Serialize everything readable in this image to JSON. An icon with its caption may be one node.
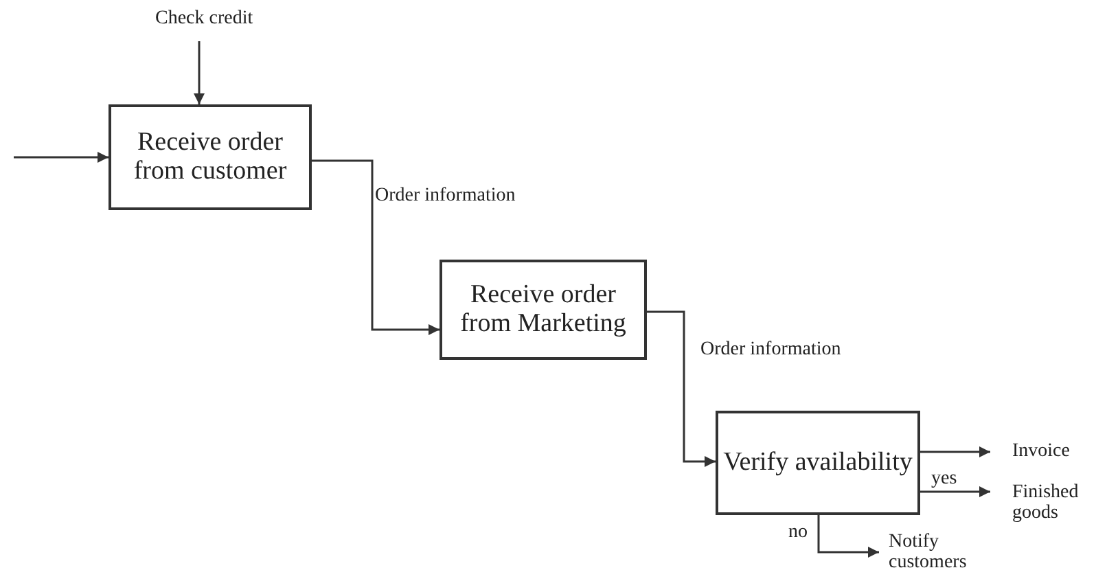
{
  "diagram": {
    "nodes": [
      {
        "text": [
          "Check credit"
        ]
      },
      {
        "text": [
          "Receive order from customer"
        ]
      },
      {
        "text": [
          "Receive order from Marketing"
        ]
      },
      {
        "text": [
          "Verify availability"
        ]
      },
      {
        "text": [
          "Invoice"
        ]
      },
      {
        "text": [
          "Finished goods"
        ]
      },
      {
        "text": [
          "Notify customers"
        ]
      }
    ],
    "edges": [
      {
        "from": null,
        "to": 1,
        "arrow": "to"
      },
      {
        "from": 0,
        "to": 1,
        "arrow": "to"
      },
      {
        "from": 1,
        "to": 2,
        "arrow": "to",
        "label": "Order information"
      },
      {
        "from": 2,
        "to": 3,
        "arrow": "to",
        "label": "Order information"
      },
      {
        "from": 3,
        "to": 4,
        "arrow": "to"
      },
      {
        "from": 3,
        "to": 5,
        "arrow": "to",
        "label": "yes"
      },
      {
        "from": 3,
        "to": 6,
        "arrow": "to",
        "label": "no"
      }
    ]
  }
}
